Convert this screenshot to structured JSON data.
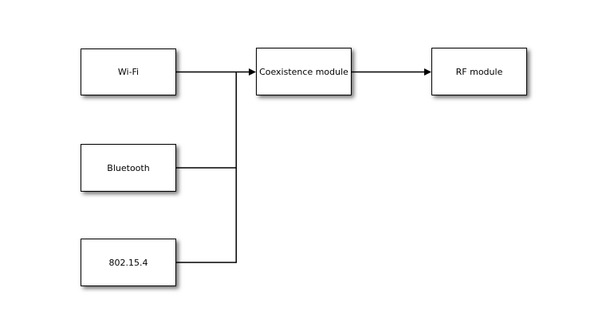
{
  "diagram": {
    "background_color": "#ffffff",
    "box_fill_color": "#ffffff",
    "stroke_color": "#000000",
    "text_color": "#000000",
    "nodes": [
      {
        "id": "wifi",
        "label": "Wi-Fi"
      },
      {
        "id": "bluetooth",
        "label": "Bluetooth"
      },
      {
        "id": "zigbee",
        "label": "802.15.4"
      },
      {
        "id": "coexistence",
        "label": "Coexistence module"
      },
      {
        "id": "rf",
        "label": "RF module"
      }
    ],
    "edges": [
      {
        "from": "wifi",
        "to": "coexistence",
        "arrowhead": true
      },
      {
        "from": "bluetooth",
        "to": "coexistence",
        "arrowhead": true
      },
      {
        "from": "zigbee",
        "to": "coexistence",
        "arrowhead": true
      },
      {
        "from": "coexistence",
        "to": "rf",
        "arrowhead": true
      }
    ]
  }
}
